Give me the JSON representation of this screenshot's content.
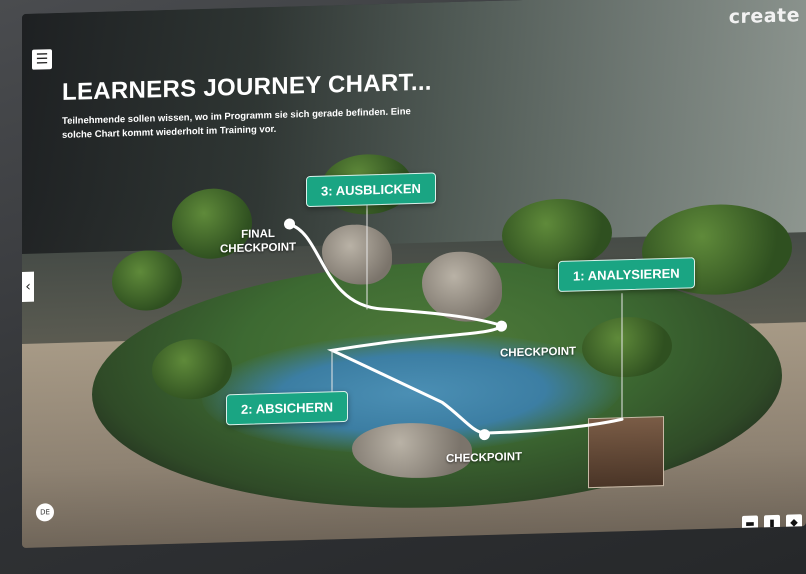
{
  "brand": "create",
  "menu_icon": "menu-icon",
  "header": {
    "title": "LEARNERS JOURNEY CHART...",
    "subtitle": "Teilnehmende sollen wissen, wo im Programm sie sich gerade befinden. Eine solche Chart kommt wiederholt im Training vor."
  },
  "steps": {
    "step1": "1: ANALYSIEREN",
    "step2": "2: ABSICHERN",
    "step3": "3: AUSBLICKEN"
  },
  "checkpoints": {
    "final_line1": "FINAL",
    "final_line2": "CHECKPOINT",
    "cp_upper": "CHECKPOINT",
    "cp_lower": "CHECKPOINT"
  },
  "nav": {
    "prev_icon": "chevron-left-icon",
    "prev_glyph": "‹"
  },
  "language_badge": "DE",
  "toolbar": {
    "folder_icon": "folder-icon",
    "document_icon": "document-icon",
    "shapes_icon": "shapes-icon"
  },
  "colors": {
    "accent": "#1aa583",
    "path": "#ffffff"
  }
}
